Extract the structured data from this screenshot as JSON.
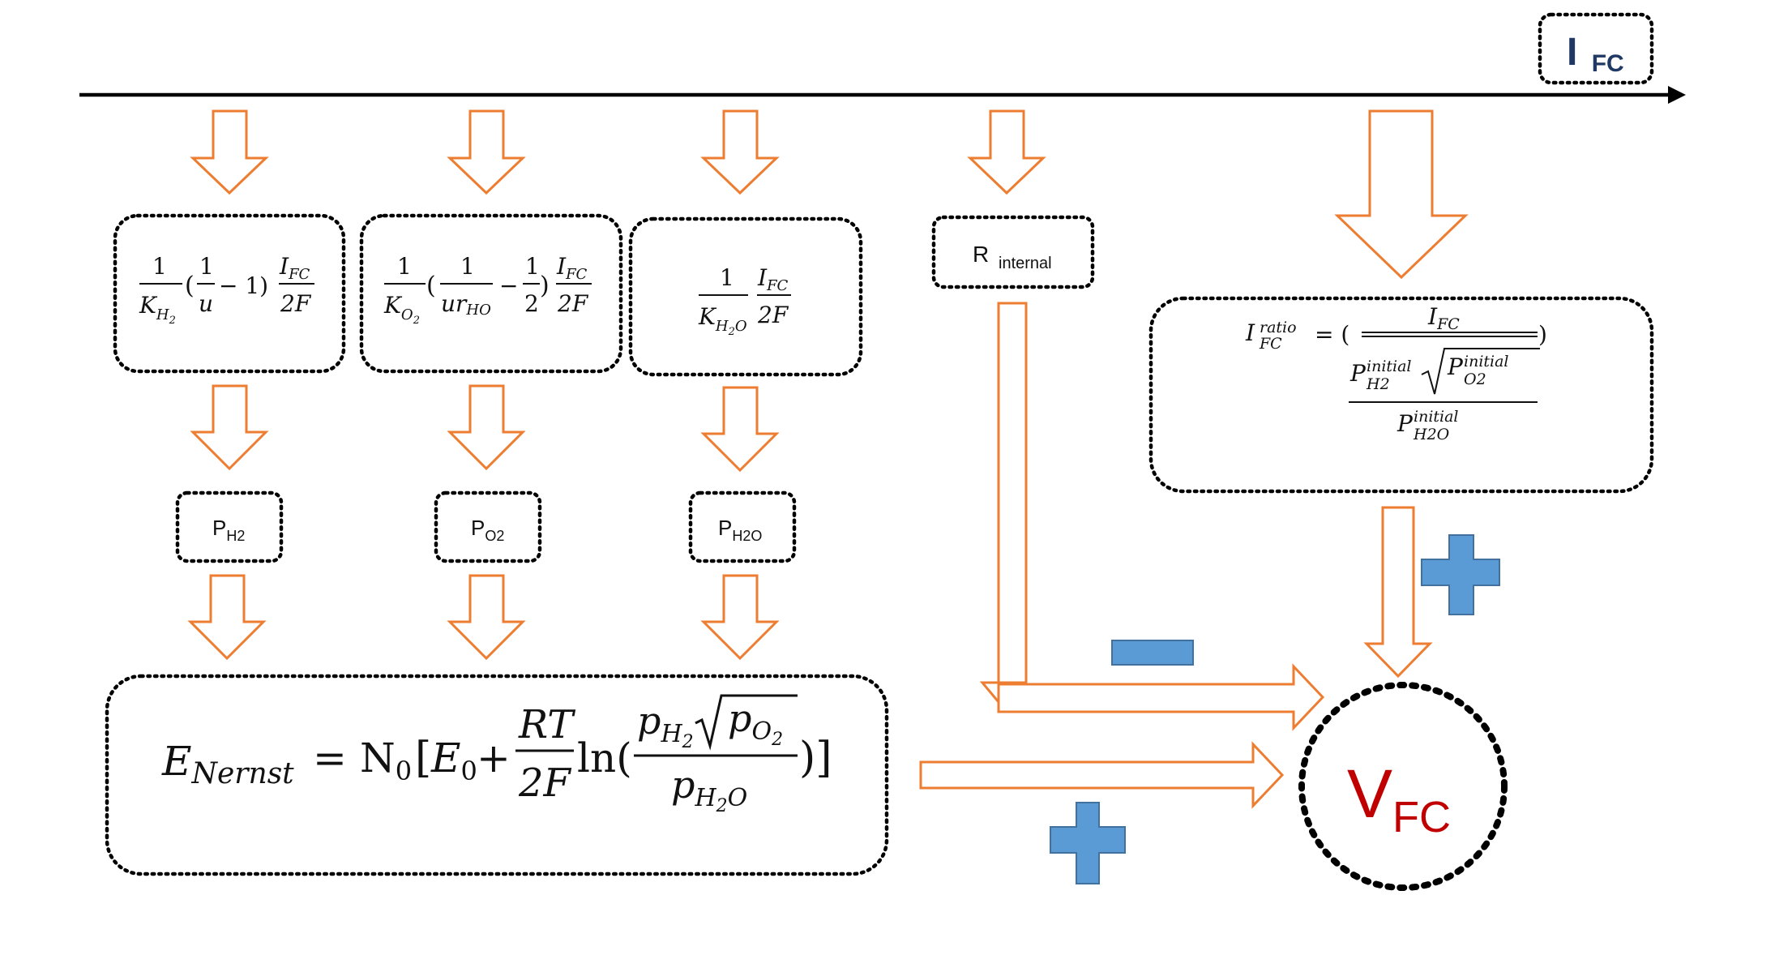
{
  "current_label": {
    "main": "I",
    "sub": "FC"
  },
  "blocks": {
    "h2": {
      "formula": {
        "one": "1",
        "K": "K",
        "Ksub": "H",
        "Ksub2": "2",
        "open": "(",
        "u": "u",
        "minus1": "− 1)",
        "I": "I",
        "Isub": "FC",
        "twoF": "2F"
      },
      "output": {
        "main": "P",
        "sub": "H2"
      }
    },
    "o2": {
      "formula": {
        "one": "1",
        "K": "K",
        "Ksub": "O",
        "Ksub2": "2",
        "open": "(",
        "ur": "ur",
        "ursub": "HO",
        "minus": "−",
        "half_num": "1",
        "half_den": "2",
        "close": ")",
        "I": "I",
        "Isub": "FC",
        "twoF": "2F"
      },
      "output": {
        "main": "P",
        "sub": "O2"
      }
    },
    "h2o": {
      "formula": {
        "one": "1",
        "K": "K",
        "Ksub": "H",
        "Ksub2": "2",
        "Ksub3": "O",
        "I": "I",
        "Isub": "FC",
        "twoF": "2F"
      },
      "output": {
        "main": "P",
        "sub": "H2O"
      }
    }
  },
  "r_internal": {
    "main": "R",
    "sub": "internal"
  },
  "ratio": {
    "lhs_main": "I",
    "lhs_sup": "ratio",
    "lhs_sub": "FC",
    "eq_open": "= (",
    "close": ")",
    "num_main": "I",
    "num_sub": "FC",
    "ph2_main": "P",
    "ph2_sup": "initial",
    "ph2_sub": "H2",
    "po2_main": "P",
    "po2_sup": "initial",
    "po2_sub": "O2",
    "ph2o_main": "P",
    "ph2o_sup": "initial",
    "ph2o_sub": "H2O"
  },
  "nernst": {
    "E": "E",
    "Esub": "Nernst",
    "eq": "=",
    "N": "N",
    "Nsub": "0",
    "bracket_open": "[",
    "E0": "E",
    "E0sub": "0",
    "plus": "+",
    "RT": "RT",
    "twoF": "2F",
    "ln": "ln(",
    "pH2": "p",
    "pH2sub": "H",
    "pH2sub2": "2",
    "pO2": "p",
    "pO2sub": "O",
    "pO2sub2": "2",
    "pH2O": "p",
    "pH2Osub": "H",
    "pH2Osub2": "2",
    "pH2Osub3": "O",
    "close": ")]"
  },
  "output": {
    "main": "V",
    "sub": "FC"
  },
  "signs": {
    "internal_resistance": "minus",
    "nernst": "plus",
    "ratio": "plus"
  },
  "colors": {
    "arrow": "#ED7D31",
    "sign_fill": "#5B9BD5",
    "sign_stroke": "#41719C",
    "output_text": "#C00000",
    "current_text": "#1F3864"
  }
}
